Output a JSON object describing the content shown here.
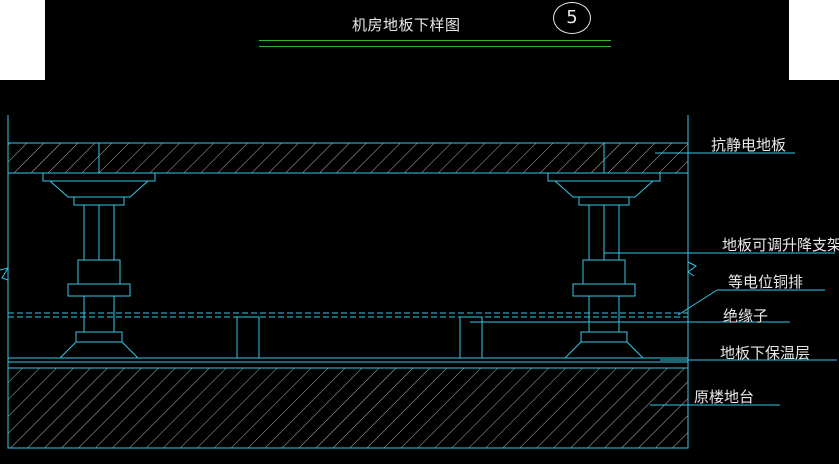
{
  "title": "机房地板下样图",
  "badge": "5",
  "labels": {
    "floor": "抗静电地板",
    "support": "地板可调升降支架",
    "copper_bar": "等电位铜排",
    "insulator": "绝缘子",
    "insulation": "地板下保温层",
    "slab": "原楼地台"
  },
  "colors": {
    "line": "#33c7e6",
    "accent": "#2fb52f",
    "text": "#e8e8e8",
    "background": "#000000"
  }
}
